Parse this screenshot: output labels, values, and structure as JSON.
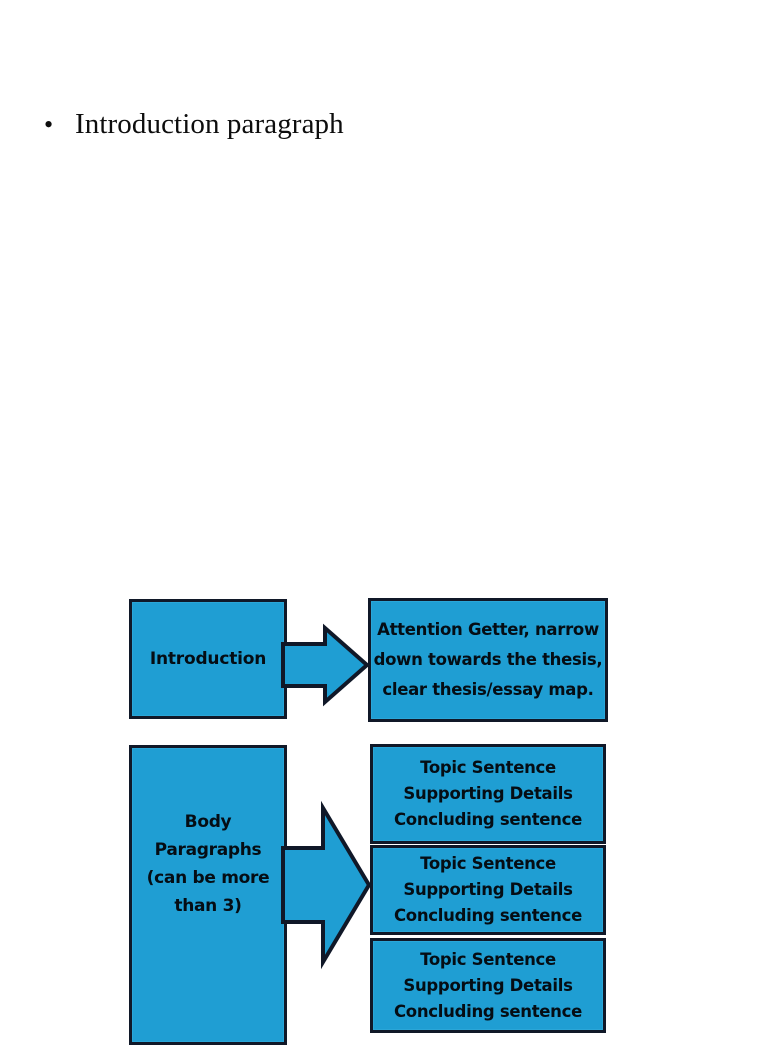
{
  "slide": {
    "bullet_marker": "•",
    "bullet_text": "Introduction paragraph"
  },
  "colors": {
    "box_fill": "#1f9ed3",
    "box_border": "#101828",
    "text": "#050d14",
    "page_background": "#ffffff",
    "bullet_text": "#0d0d0d"
  },
  "diagram": {
    "type": "flowchart",
    "rows": [
      {
        "label_box": {
          "lines": [
            "Introduction"
          ]
        },
        "arrow": "right-arrow",
        "detail_boxes": [
          {
            "lines": [
              "Attention Getter, narrow",
              "down towards the thesis,",
              "clear thesis/essay map."
            ]
          }
        ]
      },
      {
        "label_box": {
          "lines": [
            "Body",
            "Paragraphs",
            "(can be more",
            "than 3)"
          ]
        },
        "arrow": "right-arrow",
        "detail_boxes": [
          {
            "lines": [
              "Topic Sentence",
              "Supporting Details",
              "Concluding sentence"
            ]
          },
          {
            "lines": [
              "Topic Sentence",
              "Supporting Details",
              "Concluding sentence"
            ]
          },
          {
            "lines": [
              "Topic Sentence",
              "Supporting Details",
              "Concluding sentence"
            ]
          }
        ]
      }
    ]
  }
}
